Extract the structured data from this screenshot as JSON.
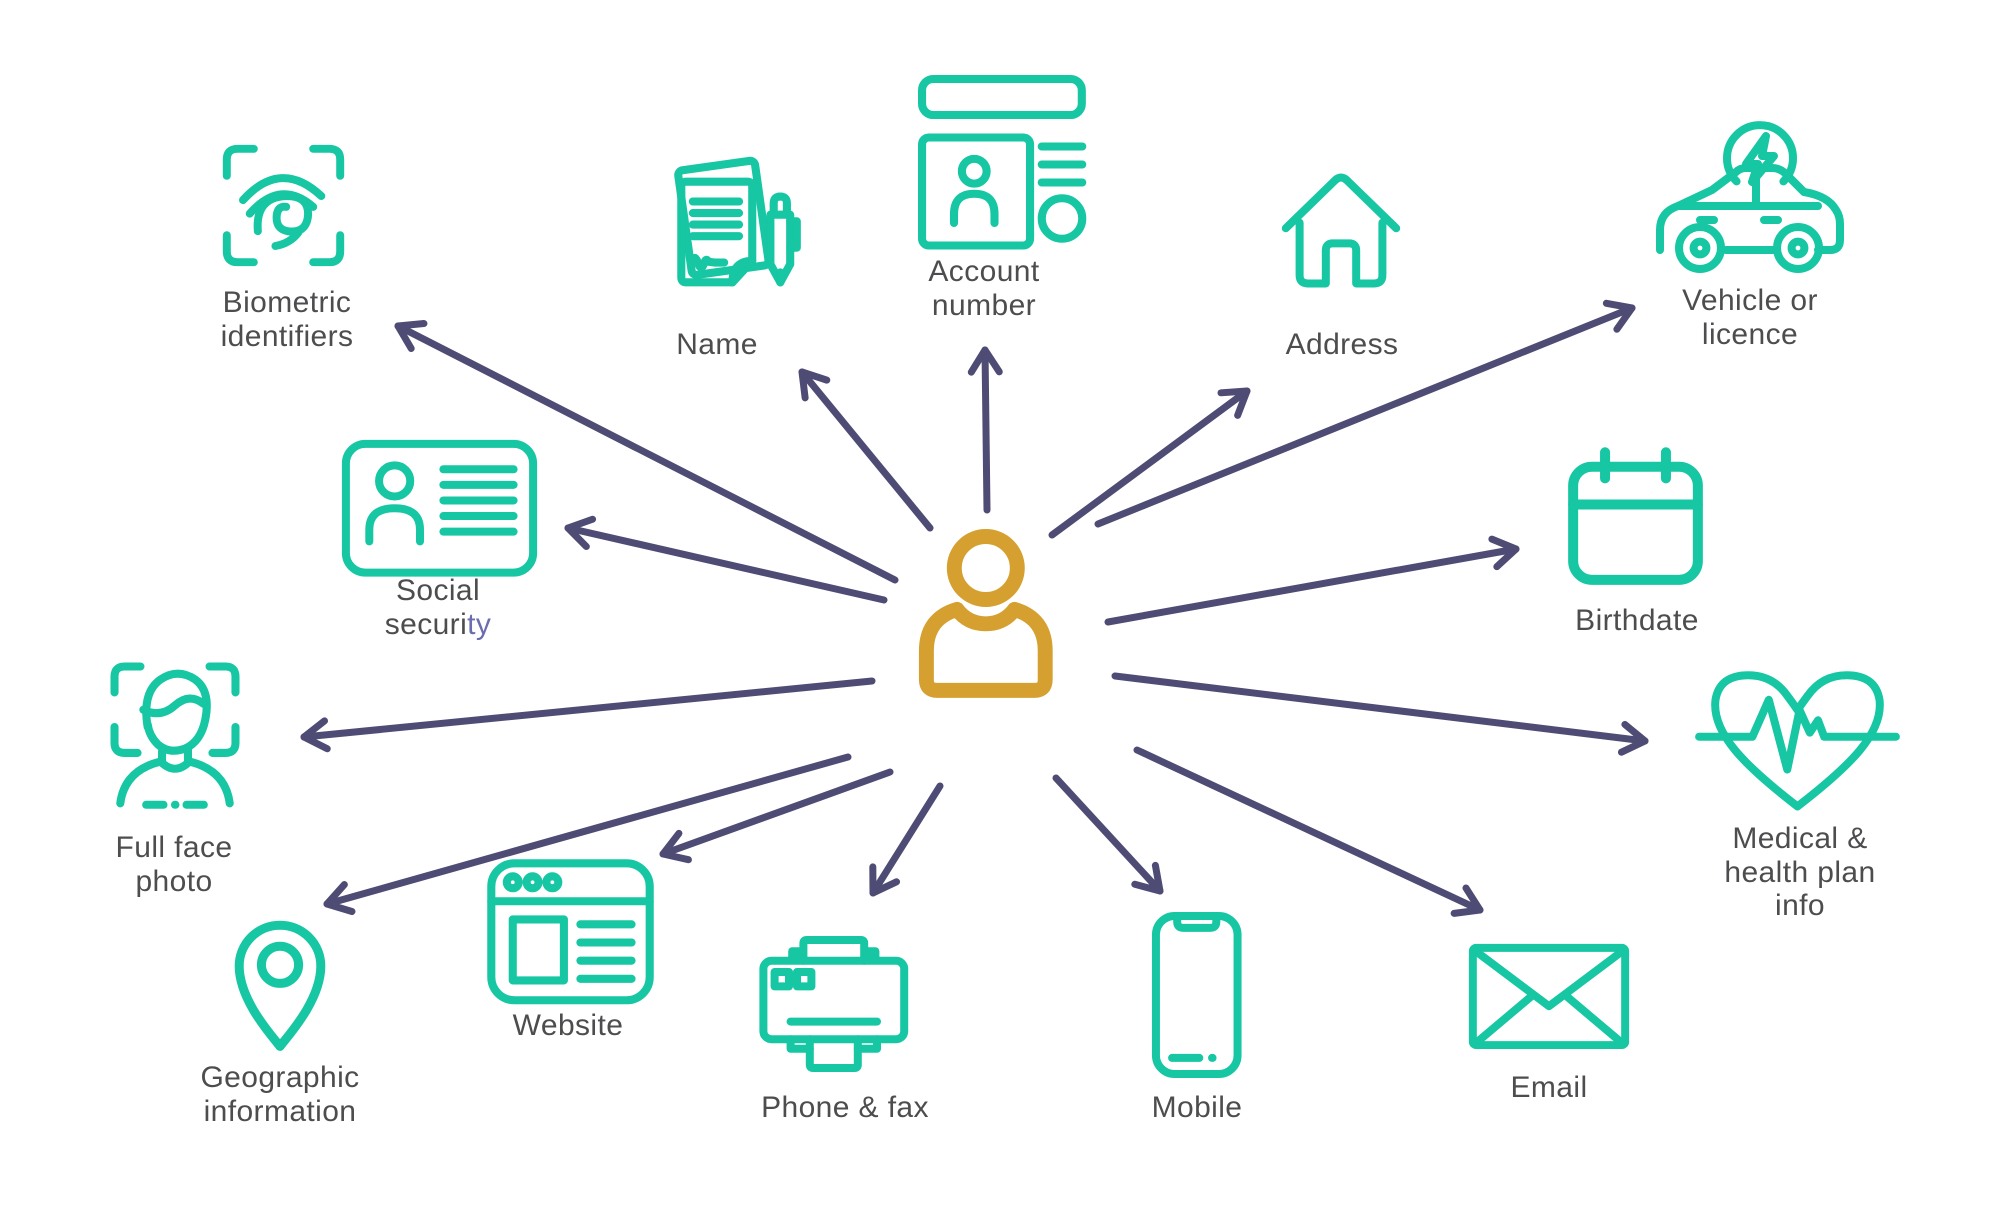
{
  "colors": {
    "teal": "#17C6A3",
    "gold": "#D5A02F",
    "arrow": "#4E4C74",
    "text": "#4D4D4F",
    "accent_text": "#6C6CB0"
  },
  "center": {
    "name": "Person",
    "icon": "person-icon"
  },
  "items": [
    {
      "label": "Biometric\nidentifiers",
      "icon": "fingerprint-scan-icon"
    },
    {
      "label": "Name",
      "icon": "signed-document-pen-icon"
    },
    {
      "label": "Account\nnumber",
      "icon": "bank-statement-icon"
    },
    {
      "label": "Address",
      "icon": "house-icon"
    },
    {
      "label": "Vehicle or\nlicence",
      "icon": "electric-car-icon"
    },
    {
      "label": "Social\nsecuri",
      "label_accent": "ty",
      "icon": "id-card-icon"
    },
    {
      "label": "Birthdate",
      "icon": "calendar-icon"
    },
    {
      "label": "Full face\nphoto",
      "icon": "face-scan-icon"
    },
    {
      "label": "Medical &\nhealth plan info",
      "icon": "heart-pulse-icon"
    },
    {
      "label": "Geographic\ninformation",
      "icon": "map-pin-icon"
    },
    {
      "label": "Website",
      "icon": "browser-window-icon"
    },
    {
      "label": "Phone & fax",
      "icon": "fax-printer-icon"
    },
    {
      "label": "Mobile",
      "icon": "smartphone-icon"
    },
    {
      "label": "Email",
      "icon": "envelope-icon"
    }
  ]
}
